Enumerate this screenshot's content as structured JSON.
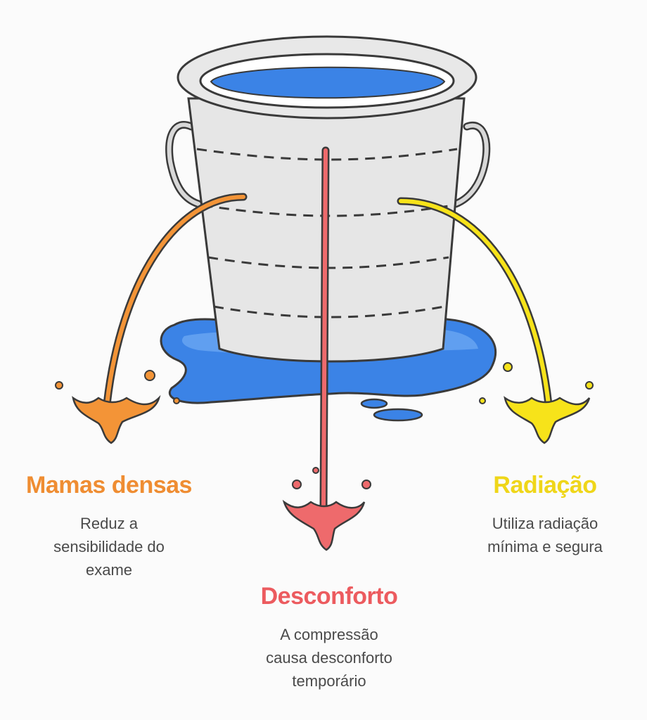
{
  "colors": {
    "water": "#3b83e6",
    "water_light": "#6aa6f2",
    "bucket_body": "#e6e6e6",
    "bucket_outline": "#3a3a3a",
    "stream_left": "#f39437",
    "stream_center": "#ee6a6c",
    "stream_right": "#f7e31a",
    "desc_text": "#4a4a4a"
  },
  "icons": {
    "bucket": "water-bucket-icon",
    "puddle": "water-puddle-icon"
  },
  "leaks": {
    "left": {
      "title": "Mamas densas",
      "description": "Reduz a\nsensibilidade do\nexame"
    },
    "center": {
      "title": "Desconforto",
      "description": "A compressão\ncausa desconforto\ntemporário"
    },
    "right": {
      "title": "Radiação",
      "description": "Utiliza radiação\nmínima e segura"
    }
  }
}
